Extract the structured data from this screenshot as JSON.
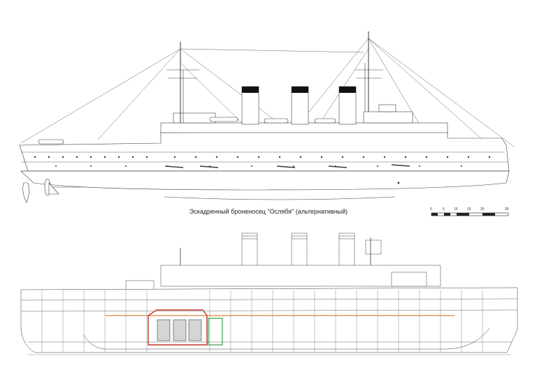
{
  "caption": "Эскадренный броненосец \"Ослябя\" (альтернативный)",
  "scale_bar": {
    "labels": [
      "0",
      "5",
      "10",
      "15",
      "20",
      "30"
    ]
  },
  "colors": {
    "line": "#3a3a3a",
    "funnel_band": "#111111",
    "section_red": "#c0392b",
    "section_green": "#3c9a4a",
    "section_orange": "#d8843a",
    "hull_fill": "#ffffff"
  }
}
